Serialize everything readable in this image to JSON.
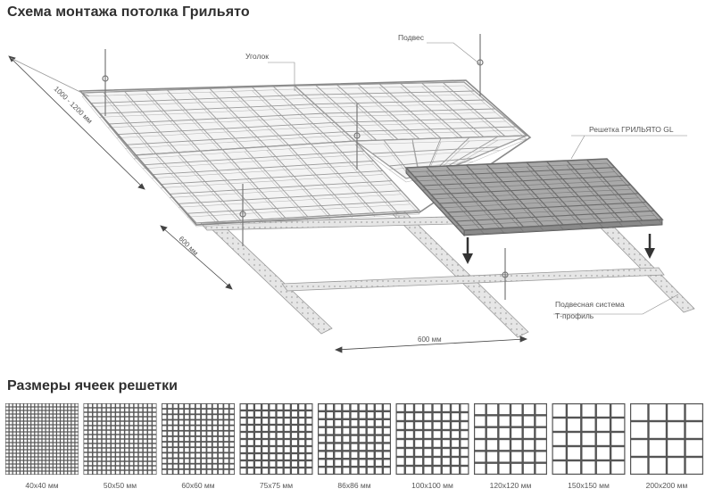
{
  "header": {
    "title": "Схема монтажа потолка Грильято",
    "cells_title": "Размеры ячеек решетки"
  },
  "callouts": {
    "angle": "Уголок",
    "hanger": "Подвес",
    "grid_gl": "Решетка ГРИЛЬЯТО GL",
    "system_line1": "Подвесная система",
    "system_line2": "Т-профиль"
  },
  "dimensions": {
    "long_span": "1000 - 1200 мм",
    "side_span": "600 мм",
    "bottom_span": "600 мм"
  },
  "cells": [
    {
      "label": "40x40 мм",
      "divisions": 20
    },
    {
      "label": "50x50 мм",
      "divisions": 16
    },
    {
      "label": "60x60 мм",
      "divisions": 13
    },
    {
      "label": "75x75 мм",
      "divisions": 10
    },
    {
      "label": "86x86 мм",
      "divisions": 9
    },
    {
      "label": "100x100 мм",
      "divisions": 8
    },
    {
      "label": "120x120 мм",
      "divisions": 6
    },
    {
      "label": "150x150 мм",
      "divisions": 5
    },
    {
      "label": "200x200 мм",
      "divisions": 4
    }
  ],
  "colors": {
    "grid_light": "#9a9a9a",
    "grid_dark": "#6b6b6b",
    "cell_fill": "#555555"
  }
}
